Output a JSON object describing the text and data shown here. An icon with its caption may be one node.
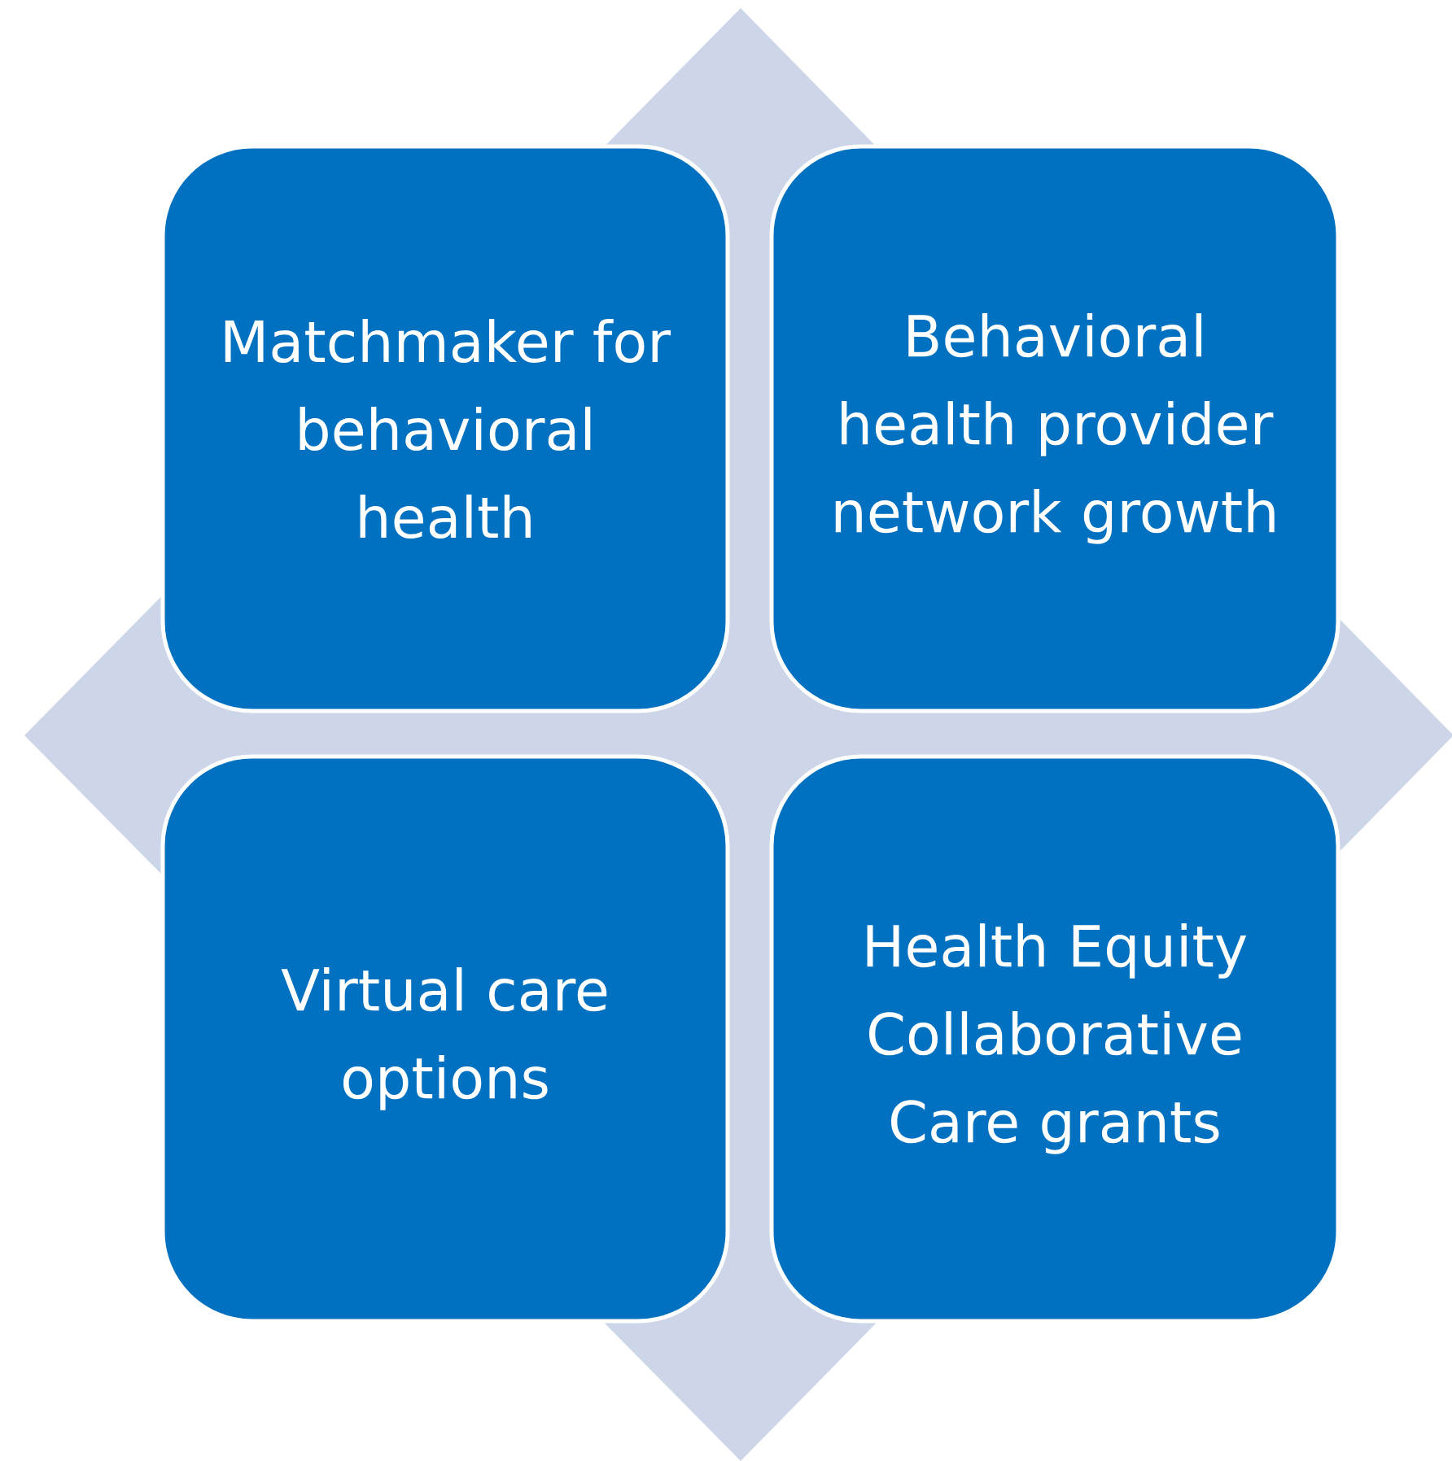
{
  "diagram": {
    "nodes": [
      {
        "text": [
          "Matchmaker for behavioral health"
        ]
      },
      {
        "text": [
          "Behavioral health provider network growth"
        ]
      },
      {
        "text": [
          "Virtual care options"
        ]
      },
      {
        "text": [
          "Health Equity Collaborative Care grants"
        ]
      }
    ]
  }
}
